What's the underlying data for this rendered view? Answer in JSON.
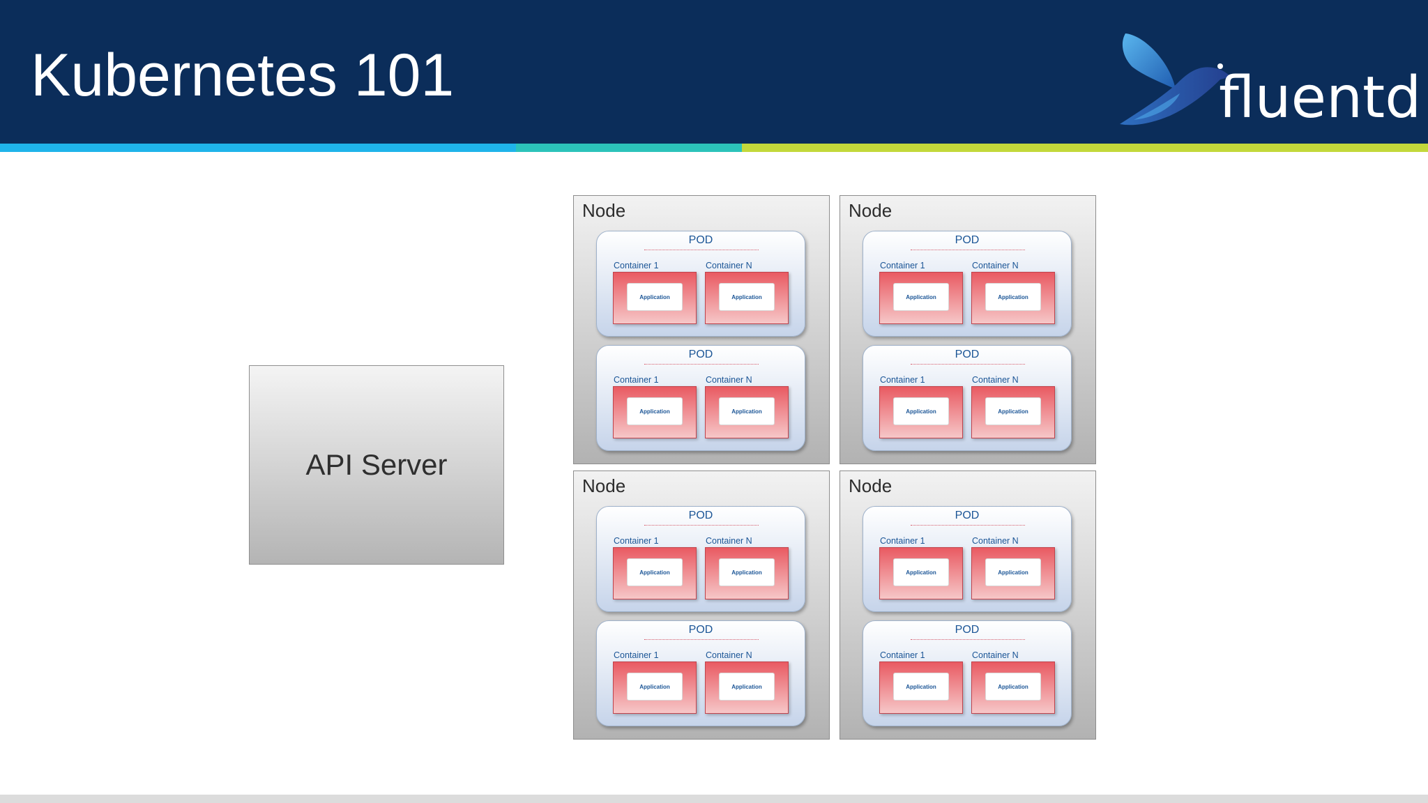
{
  "slide": {
    "title": "Kubernetes 101",
    "logo_text": "fluentd",
    "colors": {
      "header_bg": "#0b2d5a",
      "stripe_blue": "#1fb4ea",
      "stripe_teal": "#2cc3ba",
      "stripe_green": "#c3d83b",
      "container_red": "#e95a62",
      "label_blue": "#1b5596"
    }
  },
  "diagram": {
    "api_server_label": "API Server",
    "nodes": [
      {
        "label": "Node",
        "pods": [
          {
            "label": "POD",
            "containers": [
              {
                "label": "Container 1",
                "app": "Application"
              },
              {
                "label": "Container N",
                "app": "Application"
              }
            ]
          },
          {
            "label": "POD",
            "containers": [
              {
                "label": "Container 1",
                "app": "Application"
              },
              {
                "label": "Container N",
                "app": "Application"
              }
            ]
          }
        ]
      },
      {
        "label": "Node",
        "pods": [
          {
            "label": "POD",
            "containers": [
              {
                "label": "Container 1",
                "app": "Application"
              },
              {
                "label": "Container N",
                "app": "Application"
              }
            ]
          },
          {
            "label": "POD",
            "containers": [
              {
                "label": "Container 1",
                "app": "Application"
              },
              {
                "label": "Container N",
                "app": "Application"
              }
            ]
          }
        ]
      },
      {
        "label": "Node",
        "pods": [
          {
            "label": "POD",
            "containers": [
              {
                "label": "Container 1",
                "app": "Application"
              },
              {
                "label": "Container N",
                "app": "Application"
              }
            ]
          },
          {
            "label": "POD",
            "containers": [
              {
                "label": "Container 1",
                "app": "Application"
              },
              {
                "label": "Container N",
                "app": "Application"
              }
            ]
          }
        ]
      },
      {
        "label": "Node",
        "pods": [
          {
            "label": "POD",
            "containers": [
              {
                "label": "Container 1",
                "app": "Application"
              },
              {
                "label": "Container N",
                "app": "Application"
              }
            ]
          },
          {
            "label": "POD",
            "containers": [
              {
                "label": "Container 1",
                "app": "Application"
              },
              {
                "label": "Container N",
                "app": "Application"
              }
            ]
          }
        ]
      }
    ]
  }
}
